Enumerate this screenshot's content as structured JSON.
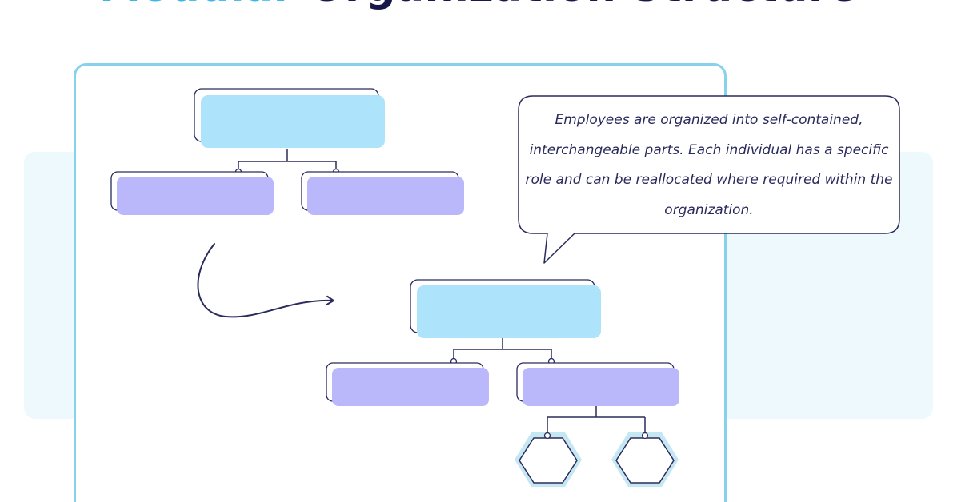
{
  "title": {
    "accent": "Modular",
    "main": "Organization Structure"
  },
  "callout": {
    "text": "Employees are organized into self-contained, interchangeable parts. Each individual has a specific role and can be reallocated where required within the organization."
  },
  "colors": {
    "accent": "#35b7ec",
    "title_dark": "#17184a",
    "panel_border": "#86d2ec",
    "top_box": "#aee4fb",
    "sub_box": "#bbb7fb",
    "hexagon_glow": "#c5e7f2",
    "line": "#2a2b5c"
  }
}
